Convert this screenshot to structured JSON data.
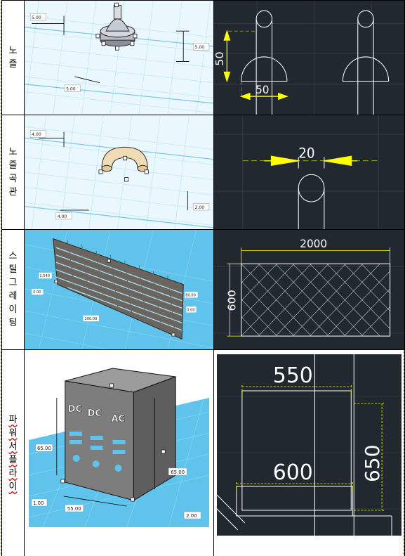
{
  "rows": [
    {
      "label_chars": [
        "노",
        "즐"
      ],
      "tinkercad": {
        "dims": [
          "5.00",
          "5.00",
          "5.00"
        ]
      },
      "autocad": {
        "dims": [
          "50",
          "50"
        ]
      }
    },
    {
      "label_chars": [
        "노",
        "즐",
        "곡",
        "관"
      ],
      "tinkercad": {
        "dims": [
          "4.00",
          "4.00",
          "2.00"
        ]
      },
      "autocad": {
        "dims": [
          "20"
        ]
      }
    },
    {
      "label_chars": [
        "스",
        "틸",
        "그",
        "레",
        "이",
        "팅"
      ],
      "tinkercad": {
        "dims": [
          "1.540",
          "0.00",
          "200.00",
          "60.00",
          "0.00"
        ]
      },
      "autocad": {
        "dims": [
          "2000",
          "600"
        ]
      }
    },
    {
      "label_chars": [
        "파",
        "워",
        "서",
        "플",
        "라",
        "이"
      ],
      "tinkercad": {
        "dims": [
          "65.00",
          "65.00",
          "55.00",
          "1.00",
          "2.00"
        ],
        "panel_labels": [
          "DC",
          "DC",
          "AC"
        ]
      },
      "autocad": {
        "dims": [
          "550",
          "600",
          "650"
        ]
      }
    }
  ],
  "colors": {
    "cad_bg": "#212830",
    "cad_line": "#ffffff",
    "cad_dim": "#ffff00",
    "cad_center": "#c8c800",
    "tc_grid": "#bfe7f7",
    "tc_grid_dark": "#7fc8ea",
    "tc_bg": "#eaf7fc"
  }
}
